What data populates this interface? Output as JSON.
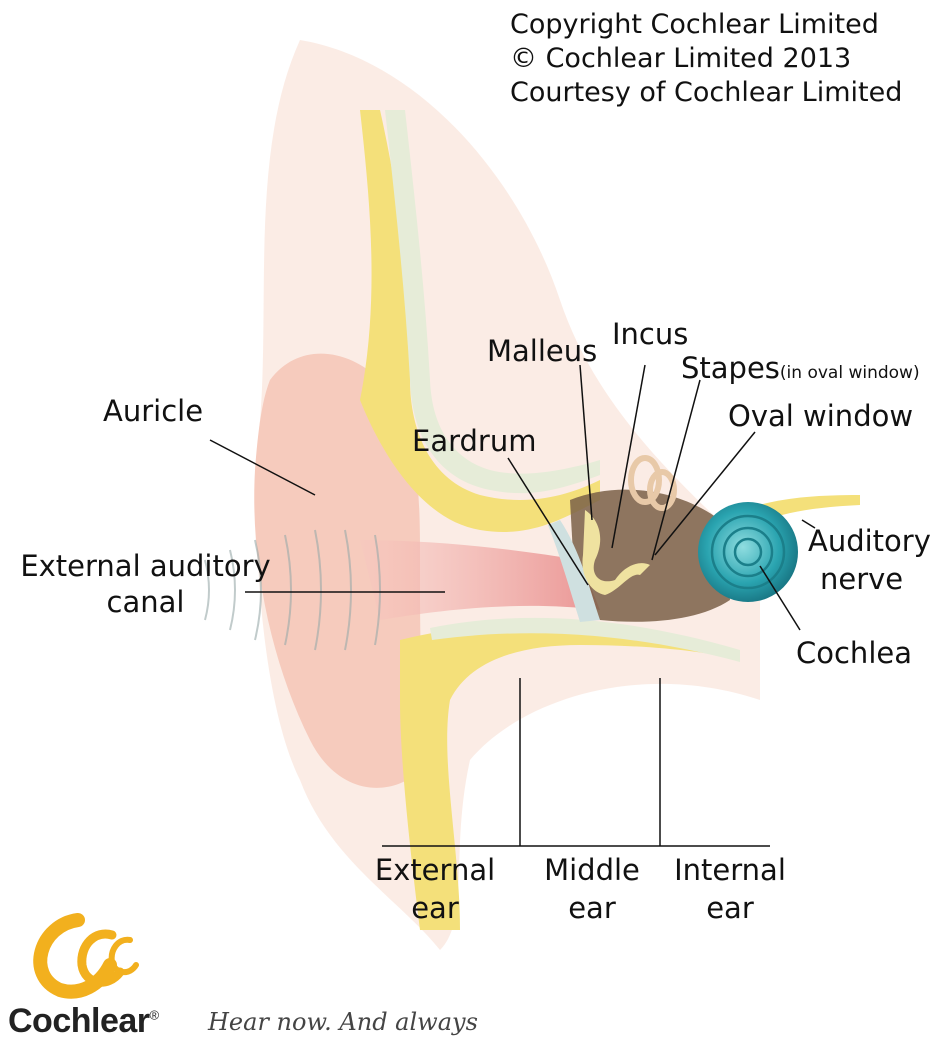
{
  "copyright": {
    "line1": "Copyright Cochlear Limited",
    "line2": "© Cochlear Limited 2013",
    "line3": "Courtesy of Cochlear Limited"
  },
  "labels": {
    "auricle": "Auricle",
    "external_canal_1": "External auditory",
    "external_canal_2": "canal",
    "eardrum": "Eardrum",
    "malleus": "Malleus",
    "incus": "Incus",
    "stapes": "Stapes",
    "stapes_note": "(in oval window)",
    "oval_window": "Oval window",
    "auditory_nerve_1": "Auditory",
    "auditory_nerve_2": "nerve",
    "cochlea": "Cochlea"
  },
  "sections": {
    "external_1": "External",
    "external_2": "ear",
    "middle_1": "Middle",
    "middle_2": "ear",
    "internal_1": "Internal",
    "internal_2": "ear"
  },
  "brand": {
    "name": "Cochlear",
    "registered": "®",
    "tagline": "Hear now. And always"
  },
  "colors": {
    "skin": "#f6cbbd",
    "bone": "#f4e07a",
    "cochlea": "#2aa4b0",
    "logo": "#f2b01e"
  }
}
